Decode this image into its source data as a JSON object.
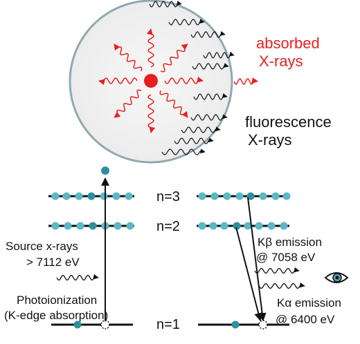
{
  "labels": {
    "absorbed_line1": "absorbed",
    "absorbed_line2": "X-rays",
    "fluorescence_line1": "fluorescence",
    "fluorescence_line2": "X-rays",
    "n3": "n=3",
    "n2": "n=2",
    "n1": "n=1",
    "source_line1": "Source x-rays",
    "source_line2": "> 7112 eV",
    "photo_line1": "Photoionization",
    "photo_line2": "(K-edge absorption)",
    "kbeta_line1": "Kβ emission",
    "kbeta_line2": "@ 7058 eV",
    "kalpha_line1": "Kα emission",
    "kalpha_line2": "@ 6400 eV"
  },
  "colors": {
    "absorbed": "#e8201c",
    "fluorescence": "#111111",
    "electron": "#5bb8c4",
    "electron_dark": "#2f8fa0",
    "sphere_fill": "#f2f2f2",
    "sphere_stroke": "#8fa8b0"
  },
  "icons": {
    "eye": "eye-icon"
  }
}
